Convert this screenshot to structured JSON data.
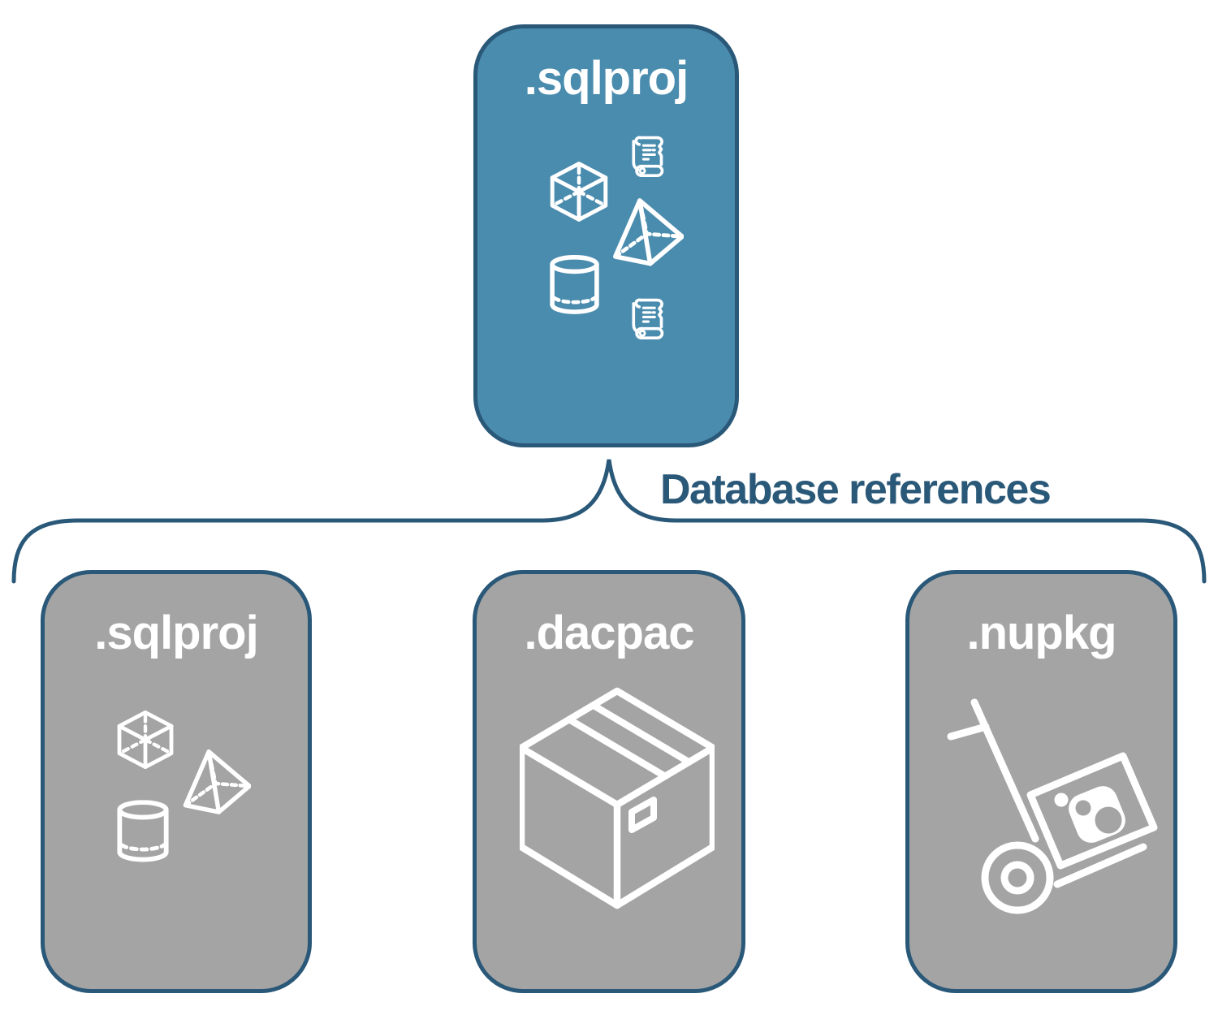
{
  "colors": {
    "accent": "#4A8CAE",
    "outline": "#2A5878",
    "gray": "#A4A4A4",
    "icon": "#FFFFFF"
  },
  "root_node": {
    "label": ".sqlproj",
    "icons": [
      "cube-icon",
      "scroll-icon",
      "pyramid-icon",
      "cylinder-icon",
      "scroll-icon"
    ]
  },
  "connector": {
    "label": "Database references"
  },
  "child_nodes": [
    {
      "label": ".sqlproj",
      "icons": [
        "cube-icon",
        "pyramid-icon",
        "cylinder-icon"
      ]
    },
    {
      "label": ".dacpac",
      "icons": [
        "package-box-icon"
      ]
    },
    {
      "label": ".nupkg",
      "icons": [
        "nuget-hand-truck-icon"
      ]
    }
  ]
}
